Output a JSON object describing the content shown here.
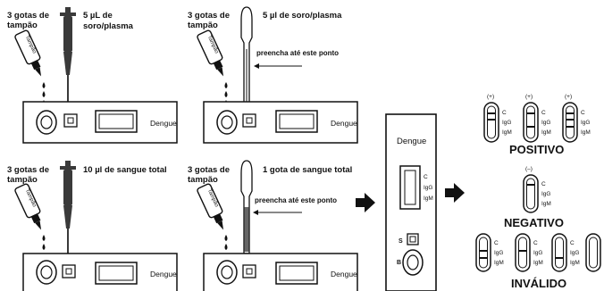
{
  "panels": [
    {
      "drops_label": [
        "3 gotas de",
        "tampão"
      ],
      "sample_label": "5 µL de",
      "sample_label_2": "soro/plasma",
      "device_label": "Dengue",
      "tool": "micropipette"
    },
    {
      "drops_label": [
        "3 gotas de",
        "tampão"
      ],
      "sample_label": "5 µl de soro/plasma",
      "fill_note": "preencha até este ponto",
      "device_label": "Dengue",
      "tool": "dropper"
    },
    {
      "drops_label": [
        "3 gotas de",
        "tampão"
      ],
      "sample_label": "10 µl de sangue total",
      "device_label": "Dengue",
      "tool": "micropipette"
    },
    {
      "drops_label": [
        "3 gotas de",
        "tampão"
      ],
      "sample_label": "1 gota de sangue total",
      "fill_note": "preencha até este ponto",
      "device_label": "Dengue",
      "tool": "dropper"
    }
  ],
  "buffer_bottle_label": "Tampão",
  "cassette": {
    "title": "Dengue",
    "lines": [
      "C",
      "IgG",
      "IgM"
    ],
    "well_s": "S",
    "well_b": "B"
  },
  "results": {
    "positive": {
      "title": "POSITIVO",
      "marks": [
        "(+)",
        "(+)",
        "(+)"
      ]
    },
    "negative": {
      "title": "NEGATIVO",
      "marks": [
        "(–)"
      ]
    },
    "invalid": {
      "title": "INVÁLIDO"
    },
    "line_labels": [
      "C",
      "IgG",
      "IgM"
    ]
  },
  "colors": {
    "ink": "#111111",
    "device_fill": "#ffffff",
    "tool_fill": "#3a3a3a"
  }
}
